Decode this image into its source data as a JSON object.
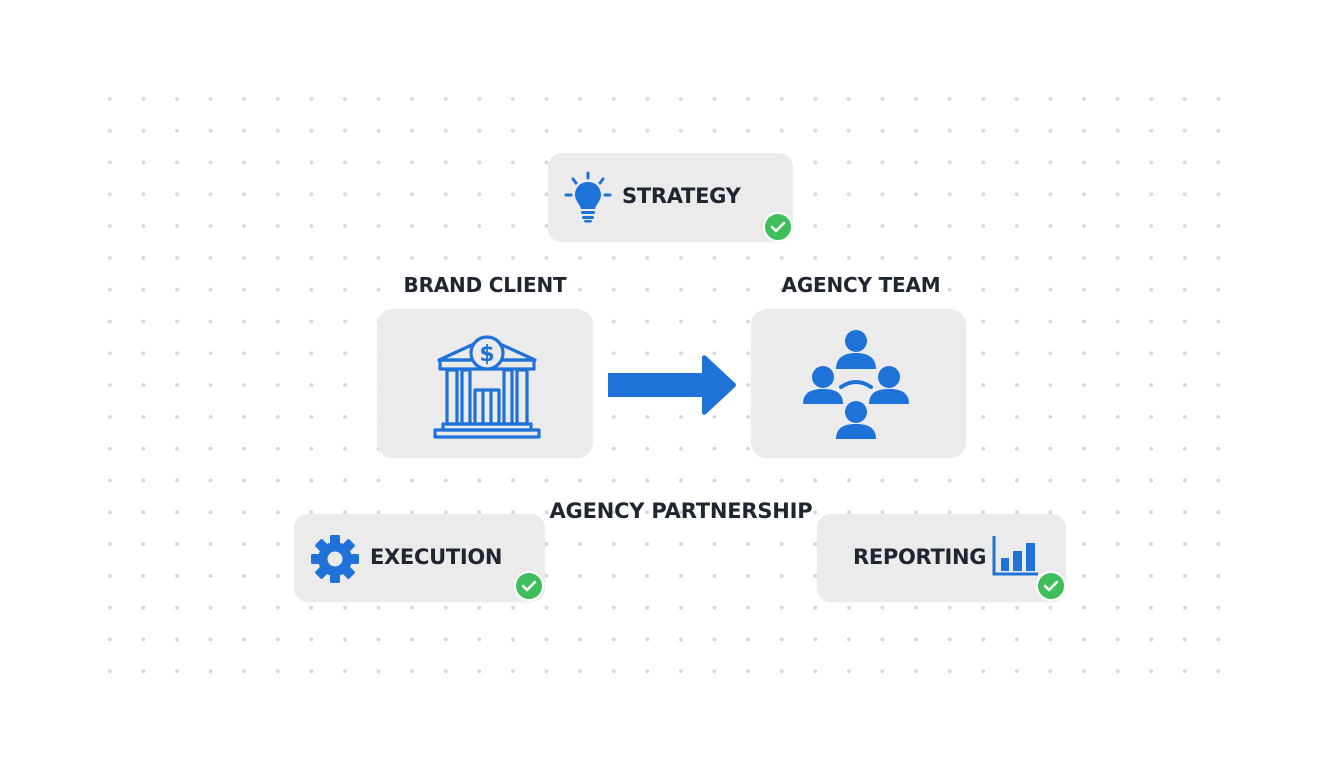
{
  "diagram": {
    "title": "AGENCY PARTNERSHIP",
    "colors": {
      "accent": "#1f72d8",
      "card": "#ebebec",
      "text": "#1f2630",
      "check": "#3fbf5c",
      "dot": "#d4d6da"
    },
    "nodes": {
      "brand_client": {
        "label": "BRAND CLIENT",
        "icon": "bank-dollar-icon"
      },
      "agency_team": {
        "label": "AGENCY TEAM",
        "icon": "team-network-icon"
      }
    },
    "flow": {
      "from": "BRAND CLIENT",
      "to": "AGENCY TEAM",
      "icon": "arrow-right-icon"
    },
    "steps": [
      {
        "label": "STRATEGY",
        "icon": "lightbulb-icon",
        "status": "complete"
      },
      {
        "label": "EXECUTION",
        "icon": "gear-icon",
        "status": "complete"
      },
      {
        "label": "REPORTING",
        "icon": "bar-chart-icon",
        "status": "complete"
      }
    ]
  }
}
